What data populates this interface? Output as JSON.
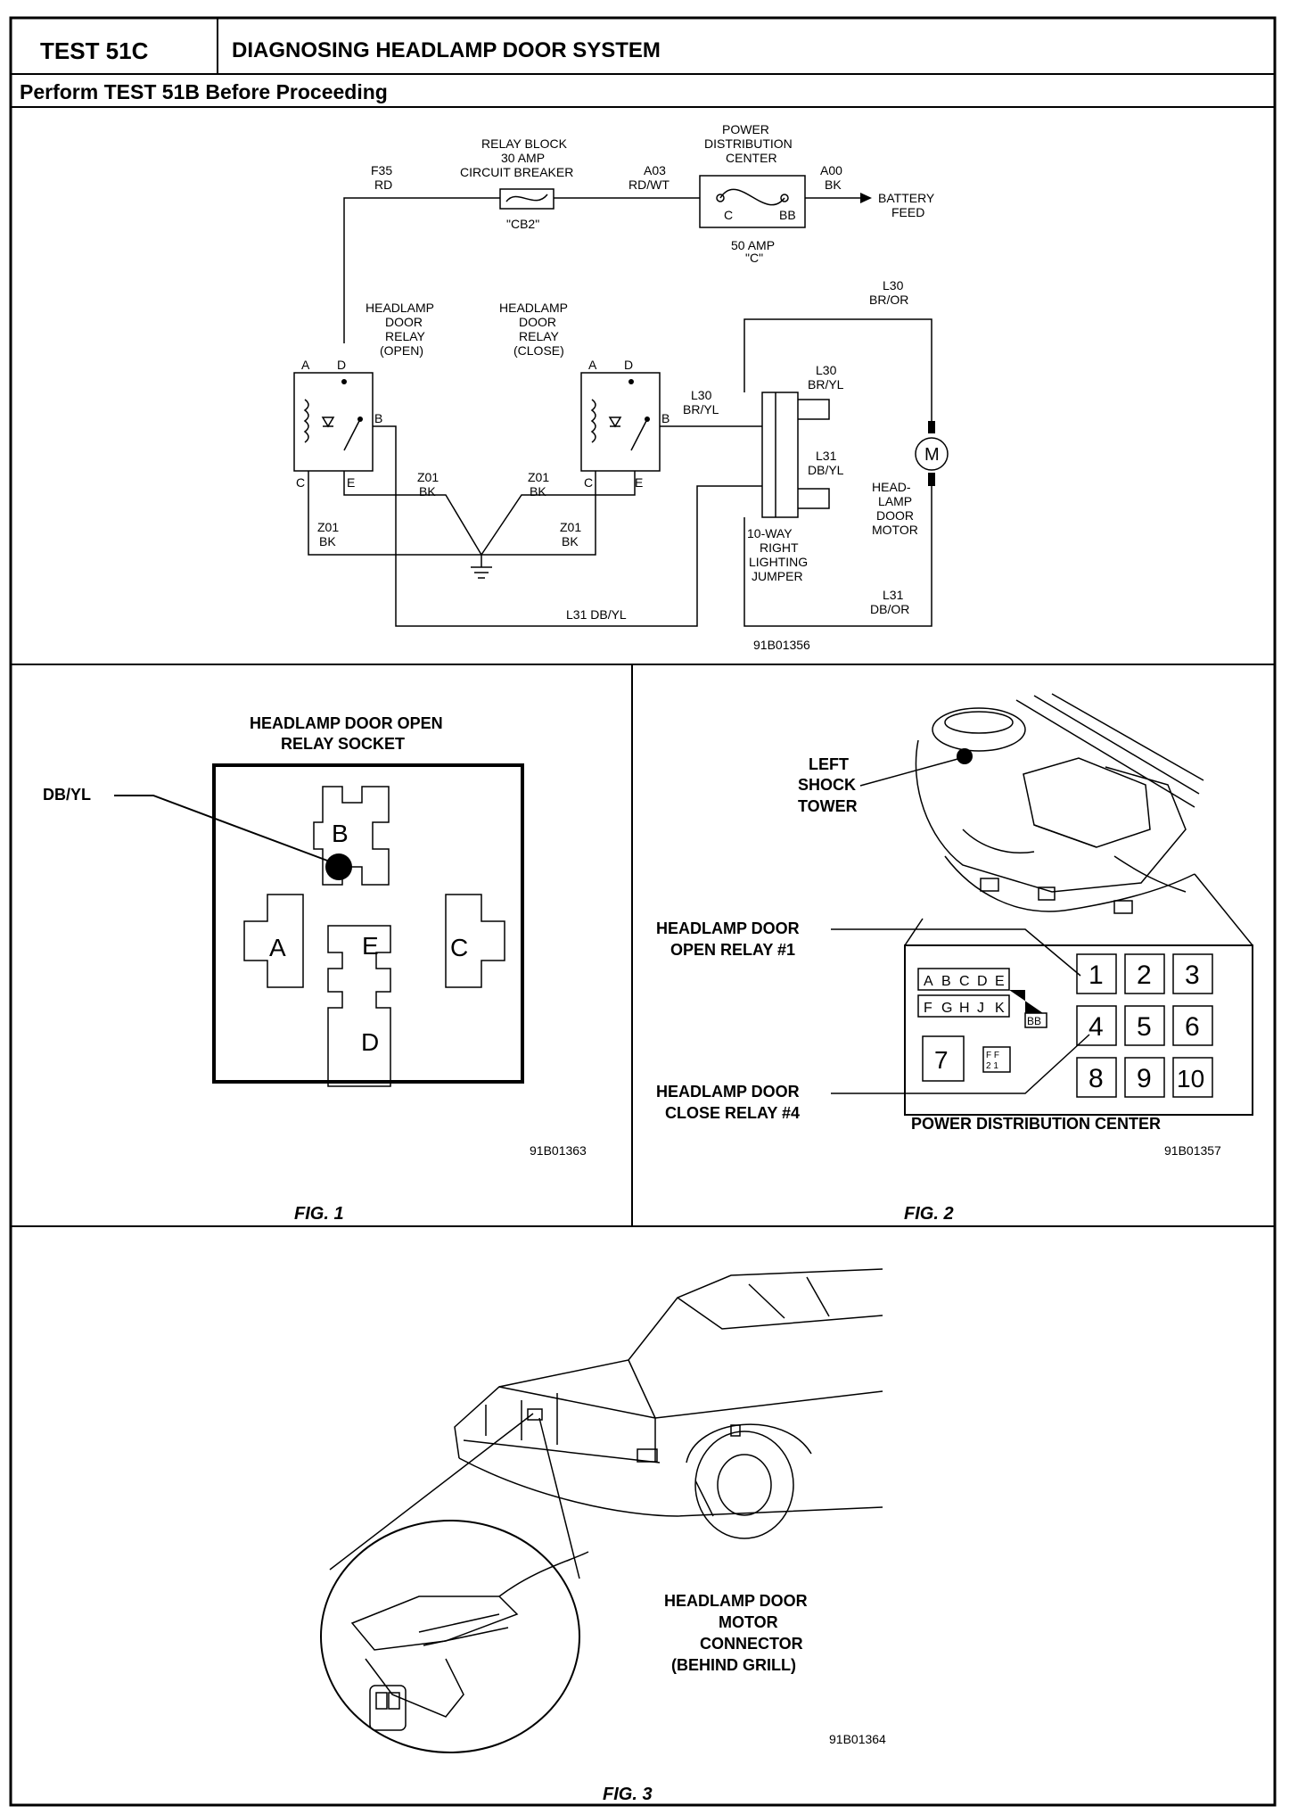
{
  "header": {
    "test_id": "TEST 51C",
    "title": "DIAGNOSING HEADLAMP DOOR SYSTEM",
    "subtitle": "Perform TEST 51B Before Proceeding"
  },
  "schematic": {
    "f35": "F35",
    "rd": "RD",
    "relay_block_1": "RELAY BLOCK",
    "relay_block_2": "30 AMP",
    "relay_block_3": "CIRCUIT BREAKER",
    "cb2": "\"CB2\"",
    "a03": "A03",
    "rdwt": "RD/WT",
    "pdc_1": "POWER",
    "pdc_2": "DISTRIBUTION",
    "pdc_3": "CENTER",
    "a00": "A00",
    "bk": "BK",
    "battery_1": "BATTERY",
    "battery_2": "FEED",
    "fuse_c": "C",
    "fuse_bb": "BB",
    "amp50": "50 AMP",
    "quote_c": "\"C\"",
    "open_relay": [
      "HEADLAMP",
      "DOOR",
      "RELAY",
      "(OPEN)"
    ],
    "close_relay": [
      "HEADLAMP",
      "DOOR",
      "RELAY",
      "(CLOSE)"
    ],
    "pin_a": "A",
    "pin_b": "B",
    "pin_c": "C",
    "pin_d": "D",
    "pin_e": "E",
    "z01": "Z01",
    "l30": "L30",
    "bryl": "BR/YL",
    "bror": "BR/OR",
    "l31": "L31",
    "dbyl": "DB/YL",
    "dbor": "DB/OR",
    "l31_dbyl": "L31  DB/YL",
    "jumper": [
      "10-WAY",
      "RIGHT",
      "LIGHTING",
      "JUMPER"
    ],
    "motor_symbol": "M",
    "motor_label": [
      "HEAD-",
      "LAMP",
      "DOOR",
      "MOTOR"
    ],
    "ref": "91B01356"
  },
  "fig1": {
    "title_1": "HEADLAMP DOOR OPEN",
    "title_2": "RELAY SOCKET",
    "callout": "DB/YL",
    "terms": [
      "A",
      "B",
      "C",
      "D",
      "E"
    ],
    "ref": "91B01363",
    "caption": "FIG. 1"
  },
  "fig2": {
    "left_1": "LEFT",
    "left_2": "SHOCK",
    "left_3": "TOWER",
    "open_1": "HEADLAMP DOOR",
    "open_2": "OPEN RELAY #1",
    "close_1": "HEADLAMP DOOR",
    "close_2": "CLOSE RELAY #4",
    "fuses_top": [
      "A",
      "B",
      "C",
      "D",
      "E"
    ],
    "fuses_bot": [
      "F",
      "G",
      "H",
      "J",
      "K"
    ],
    "bb": "BB",
    "relays": [
      "1",
      "2",
      "3",
      "4",
      "5",
      "6",
      "8",
      "9",
      "10"
    ],
    "seven": "7",
    "ff": "F F",
    "ff2": "2 1",
    "pdc": "POWER DISTRIBUTION CENTER",
    "ref": "91B01357",
    "caption": "FIG. 2"
  },
  "fig3": {
    "label": [
      "HEADLAMP DOOR",
      "MOTOR",
      "CONNECTOR",
      "(BEHIND GRILL)"
    ],
    "ref": "91B01364",
    "caption": "FIG. 3"
  }
}
